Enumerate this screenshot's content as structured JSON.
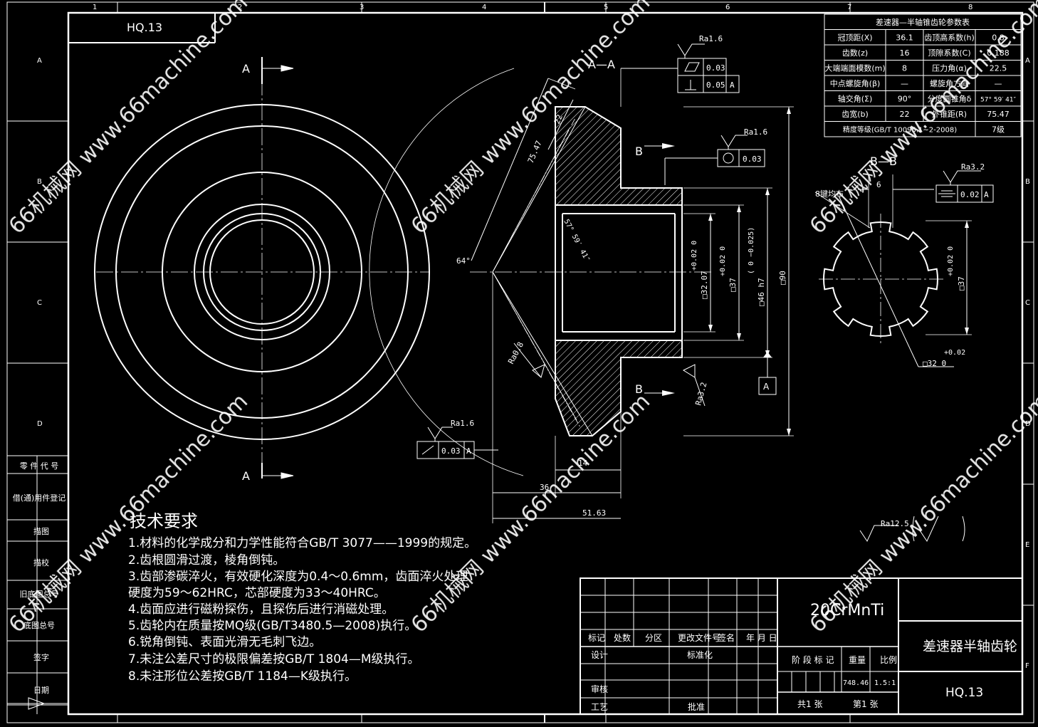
{
  "drawing_no": "HQ.13",
  "part_name": "差速器半轴齿轮",
  "material": "20CrMnTi",
  "zone_cols": [
    "1",
    "2",
    "3",
    "4",
    "5",
    "6",
    "7",
    "8"
  ],
  "zone_rows": [
    "A",
    "B",
    "C",
    "D",
    "E",
    "F"
  ],
  "side_labels": [
    "零 件 代 号",
    "借(通)用件登记",
    "描图",
    "描校",
    "旧底图总号",
    "底图总号",
    "签字",
    "日期"
  ],
  "section_marks": {
    "a_top": "A",
    "a_bottom": "A",
    "b_top": "B",
    "b_bottom": "B",
    "aa_title": "A—A",
    "bb_title": "B—B"
  },
  "dims": {
    "d_75_47": "75.47",
    "d_22": "22",
    "d_64": "64°",
    "d_angle": "57° 59′ 41″",
    "d_3207": "□32.07",
    "d_3207_tol": "+0.02\n0",
    "d_37": "□37",
    "d_37_tol": "+0.02\n0",
    "d_46": "□46 h7",
    "d_46_tol": "(  0\n−0.025)",
    "d_90": "□90",
    "d_14": "14",
    "d_36": "36",
    "d_5163": "51.63",
    "d_6": "6",
    "d_37b": "□37",
    "d_37b_tol": "+0.02\n0",
    "d_32b": "□32  0",
    "d_32b_tol": "+0.02",
    "keyway": "8键均布"
  },
  "roughness": {
    "r1": "Ra1.6",
    "r2": "Ra1.6",
    "r3": "Ra1.6",
    "r4": "Ra0.8",
    "r5": "Ra3.2",
    "r6": "Ra3.2",
    "r_other": "Ra12.5"
  },
  "tolerance_frames": {
    "flat": "0.03",
    "perp": "0.05",
    "perp_ref": "A",
    "circ": "0.03",
    "runout": "0.03",
    "runout_ref": "A",
    "sym": "0.02",
    "sym_ref": "A",
    "datum": "A"
  },
  "param_table": {
    "title": "差速器—半轴锥齿轮参数表",
    "rows": [
      [
        "冠顶距(X)",
        "36.1",
        "齿顶高系数(h)",
        "0.8"
      ],
      [
        "齿数(z)",
        "16",
        "顶隙系数(C)",
        "0.188"
      ],
      [
        "大端端面模数(m)",
        "8",
        "压力角(α)",
        "22.5"
      ],
      [
        "中点螺旋角(β)",
        "—",
        "螺旋角方向",
        "—"
      ],
      [
        "轴交角(Σ)",
        "90°",
        "分度圆锥角δ",
        "57° 59′ 41″"
      ],
      [
        "齿宽(b)",
        "22",
        "外锥距(R)",
        "75.47"
      ]
    ],
    "last_label": "精度等级(GB/T 10095.1~2-2008)",
    "last_value": "7级"
  },
  "tech_req": {
    "title": "技术要求",
    "lines": [
      "1.材料的化学成分和力学性能符合GB/T 3077——1999的规定。",
      "2.齿根圆滑过渡，棱角倒钝。",
      "3.齿部渗碳淬火，有效硬化深度为0.4～0.6mm，齿面淬火处理",
      "硬度为59～62HRC，芯部硬度为33～40HRC。",
      "4.齿面应进行磁粉探伤，且探伤后进行消磁处理。",
      "5.齿轮内在质量按MQ级(GB/T3480.5—2008)执行。",
      "6.锐角倒钝、表面光滑无毛刺飞边。",
      "7.未注公差尺寸的极限偏差按GB/T 1804—M级执行。",
      "8.未注形位公差按GB/T 1184—K级执行。"
    ]
  },
  "title_block": {
    "hdr": [
      "标记",
      "处数",
      "分区",
      "更改文件号",
      "签名",
      "年 月 日"
    ],
    "design": "设计",
    "standard": "标准化",
    "review": "审核",
    "process": "工艺",
    "approve": "批准",
    "stage": "阶 段 标 记",
    "weight_lbl": "重量",
    "scale_lbl": "比例",
    "weight": "748.46",
    "scale": "1.5:1",
    "total": "共1  张",
    "sheet": "第1  张"
  },
  "watermark_en": "66机械网 www.66machine.com"
}
